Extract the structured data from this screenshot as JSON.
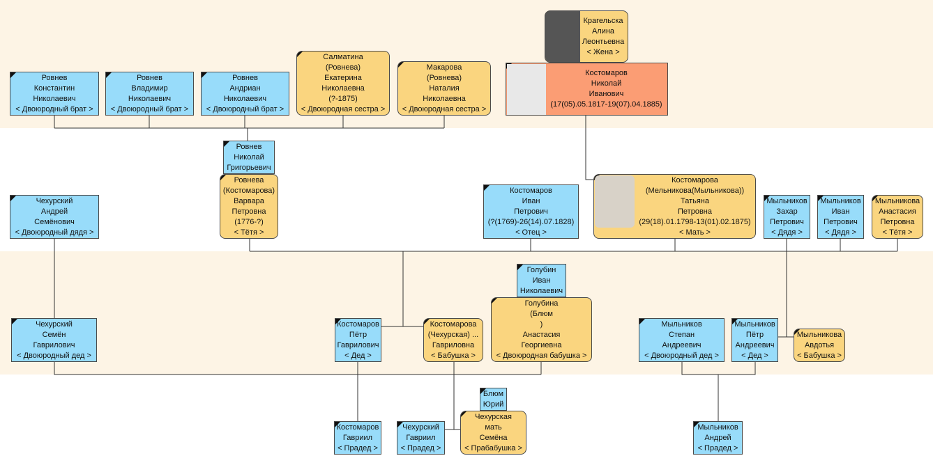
{
  "colors": {
    "male": "#98dcfa",
    "female": "#fad57f",
    "selected": "#fb9d74",
    "band": "#fdf4e5"
  },
  "persons": {
    "kragelskaya": [
      "Крагельска",
      "Алина",
      "Леонтьевна",
      "< Жена >"
    ],
    "kostomarov_n": [
      "Костомаров",
      "Николай",
      "Иванович",
      "(17(05).05.1817-19(07).04.1885)"
    ],
    "rovnev_k": [
      "Ровнев",
      "Константин",
      "Николаевич",
      "< Двоюродный брат >"
    ],
    "rovnev_v": [
      "Ровнев",
      "Владимир",
      "Николаевич",
      "< Двоюродный брат >"
    ],
    "rovnev_a": [
      "Ровнев",
      "Андриан",
      "Николаевич",
      "< Двоюродный брат >"
    ],
    "salmatina": [
      "Салматина",
      "(Ровнева)",
      "Екатерина",
      "Николаевна",
      "(?-1875)",
      "< Двоюродная сестра >"
    ],
    "makarova": [
      "Макарова",
      "(Ровнева)",
      "Наталия",
      "Николаевна",
      "< Двоюродная сестра >"
    ],
    "rovnev_n": [
      "Ровнев",
      "Николай",
      "Григорьевич"
    ],
    "rovneva_v": [
      "Ровнева",
      "(Костомарова)",
      "Варвара",
      "Петровна",
      "(1776-?)",
      "< Тётя >"
    ],
    "chekhursky_a": [
      "Чехурский",
      "Андрей",
      "Семёнович",
      "< Двоюродный дядя >"
    ],
    "kostomarov_i": [
      "Костомаров",
      "Иван",
      "Петрович",
      "(?(1769)-26(14).07.1828)",
      "< Отец >"
    ],
    "kostomarova_t": [
      "Костомарова",
      "(Мельникова(Мыльникова))",
      "Татьяна",
      "Петровна",
      "(29(18).01.1798-13(01).02.1875)",
      "< Мать >"
    ],
    "mylnikov_z": [
      "Мыльников",
      "Захар",
      "Петрович",
      "< Дядя >"
    ],
    "mylnikov_i": [
      "Мыльников",
      "Иван",
      "Петрович",
      "< Дядя >"
    ],
    "mylnikova_a": [
      "Мыльникова",
      "Анастасия",
      "Петровна",
      "< Тётя >"
    ],
    "golubin_i": [
      "Голубин",
      "Иван",
      "Николаевич"
    ],
    "golubina_a": [
      "Голубина",
      "(Блюм",
      ")",
      "Анастасия",
      "Георгиевна",
      "< Двоюродная бабушка >"
    ],
    "chekhursky_s": [
      "Чехурский",
      "Семён",
      "Гаврилович",
      "< Двоюродный дед >"
    ],
    "kostomarov_p": [
      "Костомаров",
      "Пётр",
      "Гаврилович",
      "< Дед >"
    ],
    "kostomarova_ch": [
      "Костомарова",
      "(Чехурская) ...",
      "Гавриловна",
      "< Бабушка >"
    ],
    "mylnikov_s": [
      "Мыльников",
      "Степан",
      "Андреевич",
      "< Двоюродный дед >"
    ],
    "mylnikov_p": [
      "Мыльников",
      "Пётр",
      "Андреевич",
      "< Дед >"
    ],
    "mylnikova_av": [
      "Мыльникова",
      "Авдотья",
      "< Бабушка >"
    ],
    "blum_yu": [
      "Блюм",
      "Юрий"
    ],
    "kostomarov_g": [
      "Костомаров",
      "Гавриил",
      "< Прадед >"
    ],
    "chekhursky_g": [
      "Чехурский",
      "Гавриил",
      "< Прадед >"
    ],
    "chekhurskaya_m": [
      "Чехурская",
      "мать",
      "Семёна",
      "< Прабабушка >"
    ],
    "mylnikov_an": [
      "Мыльников",
      "Андрей",
      "< Прадед >"
    ]
  }
}
